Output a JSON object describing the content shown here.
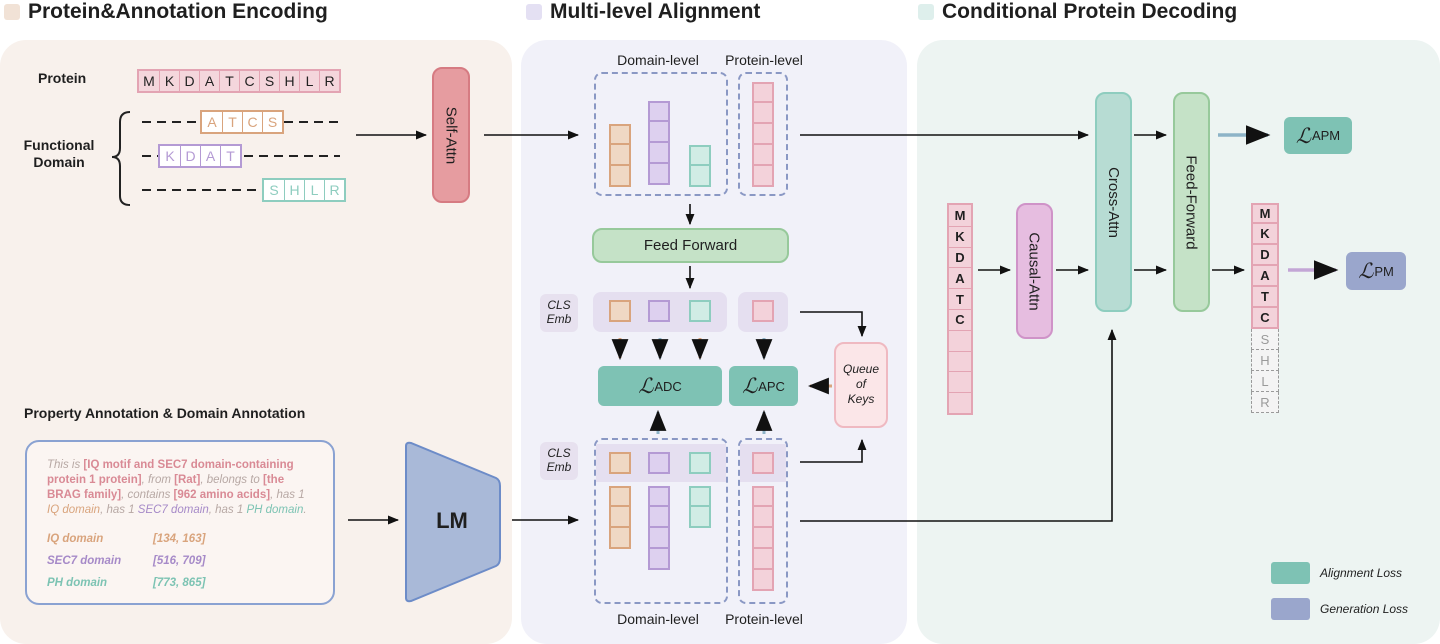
{
  "sections": {
    "encoding": "Protein&Annotation Encoding",
    "alignment": "Multi-level Alignment",
    "decoding": "Conditional Protein Decoding"
  },
  "colors": {
    "encoding_square": "#f1e2d6",
    "alignment_square": "#e4e0f3",
    "decoding_square": "#deefec",
    "orange": "#d9a47d",
    "purple": "#b49ad4",
    "teal": "#8ecdbf",
    "pink": "#e3a4b3",
    "alignment_loss": "#7ec2b4",
    "generation_loss": "#9aa6cc"
  },
  "encoding": {
    "protein_label": "Protein",
    "protein_seq": [
      "M",
      "K",
      "D",
      "A",
      "T",
      "C",
      "S",
      "H",
      "L",
      "R"
    ],
    "functional_label": "Functional Domain",
    "domain1": [
      "A",
      "T",
      "C",
      "S"
    ],
    "domain2": [
      "K",
      "D",
      "A",
      "T"
    ],
    "domain3": [
      "S",
      "H",
      "L",
      "R"
    ],
    "self_attn": "Self-Attn",
    "annotation_title": "Property Annotation & Domain Annotation",
    "annotation_text": {
      "p1": "This is ",
      "b1": "[IQ motif and SEC7 domain-containing protein 1 protein]",
      "p2": ", from ",
      "b2": "[Rat]",
      "p3": ", belongs to ",
      "b3": "[the BRAG family]",
      "p4": ", contains ",
      "b4": "[962 amino acids]",
      "p5": ", has 1 ",
      "d1": "IQ domain",
      "p6": ", has 1 ",
      "d2": "SEC7 domain",
      "p7": ", has 1 ",
      "d3": "PH domain",
      "p8": "."
    },
    "domains": [
      {
        "name": "IQ domain",
        "range": "[134, 163]"
      },
      {
        "name": "SEC7 domain",
        "range": "[516, 709]"
      },
      {
        "name": "PH domain",
        "range": "[773, 865]"
      }
    ],
    "lm": "LM"
  },
  "alignment": {
    "domain_level": "Domain-level",
    "protein_level": "Protein-level",
    "feed_forward": "Feed Forward",
    "cls_emb_1": "CLS",
    "cls_emb_2": "Emb",
    "loss_adc": "ADC",
    "loss_apc": "APC",
    "queue_1": "Queue",
    "queue_2": "of",
    "queue_3": "Keys"
  },
  "decoding": {
    "input_seq": [
      "M",
      "K",
      "D",
      "A",
      "T",
      "C"
    ],
    "causal_attn": "Causal-Attn",
    "cross_attn": "Cross-Attn",
    "feed_forward": "Feed-Forward",
    "output_seq": [
      "M",
      "K",
      "D",
      "A",
      "T",
      "C"
    ],
    "future_seq": [
      "S",
      "H",
      "L",
      "R"
    ],
    "loss_apm": "APM",
    "loss_pm": "PM",
    "legend": {
      "alignment": "Alignment Loss",
      "generation": "Generation Loss"
    }
  }
}
